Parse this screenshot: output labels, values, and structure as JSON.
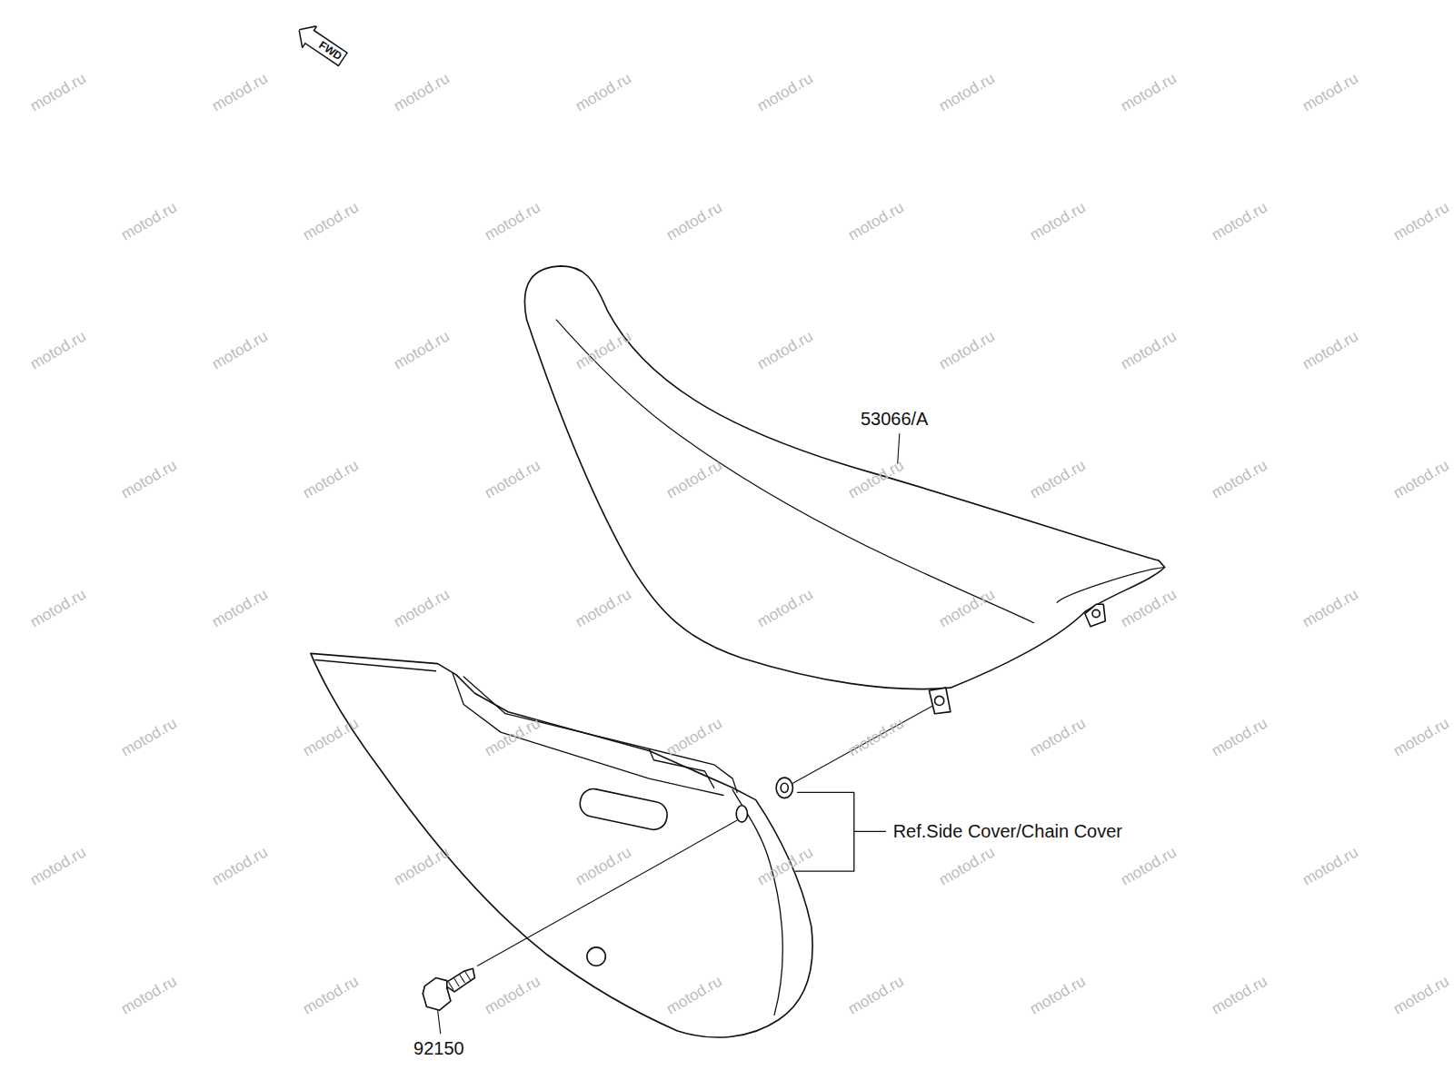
{
  "diagram": {
    "nodes": [
      {
        "text": [
          "FWD"
        ]
      }
    ],
    "labels": [
      "53066/A",
      "Ref.Side Cover/Chain Cover",
      "92150",
      "motod.ru",
      "motod.ru",
      "motod.ru",
      "motod.ru",
      "motod.ru",
      "motod.ru",
      "motod.ru",
      "motod.ru",
      "motod.ru",
      "motod.ru",
      "motod.ru",
      "motod.ru",
      "motod.ru",
      "motod.ru",
      "motod.ru",
      "motod.ru",
      "motod.ru",
      "motod.ru",
      "motod.ru",
      "motod.ru",
      "motod.ru",
      "motod.ru",
      "motod.ru",
      "motod.ru",
      "motod.ru",
      "motod.ru",
      "motod.ru",
      "motod.ru",
      "motod.ru",
      "motod.ru",
      "motod.ru",
      "motod.ru",
      "motod.ru",
      "motod.ru",
      "motod.ru",
      "motod.ru",
      "motod.ru",
      "motod.ru",
      "motod.ru",
      "motod.ru",
      "motod.ru",
      "motod.ru",
      "motod.ru",
      "motod.ru",
      "motod.ru",
      "motod.ru",
      "motod.ru",
      "motod.ru",
      "motod.ru",
      "motod.ru",
      "motod.ru",
      "motod.ru",
      "motod.ru",
      "motod.ru",
      "motod.ru",
      "motod.ru",
      "motod.ru",
      "motod.ru",
      "motod.ru",
      "motod.ru",
      "motod.ru",
      "motod.ru",
      "motod.ru",
      "motod.ru"
    ]
  }
}
